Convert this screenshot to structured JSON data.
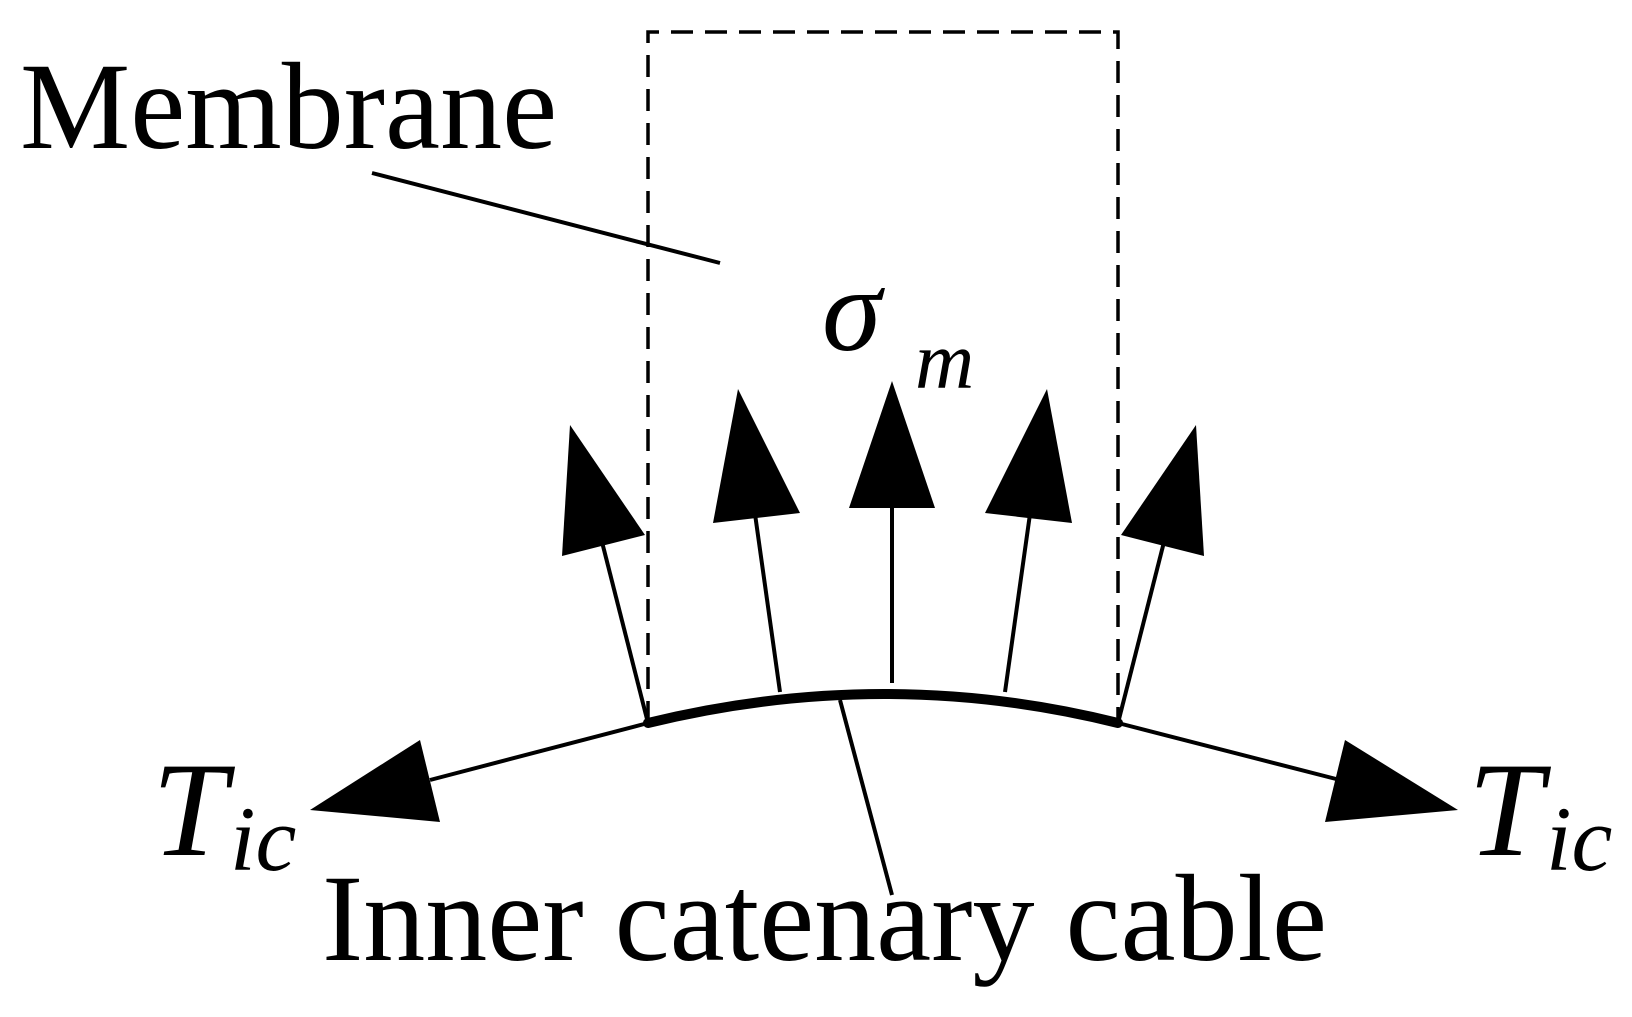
{
  "labels": {
    "membrane": "Membrane",
    "cable": "Inner catenary cable",
    "stress_symbol": "σ",
    "stress_subscript": "m",
    "tension_symbol": "T",
    "tension_subscript": "ic"
  },
  "colors": {
    "ink": "#000000",
    "background": "#ffffff"
  }
}
